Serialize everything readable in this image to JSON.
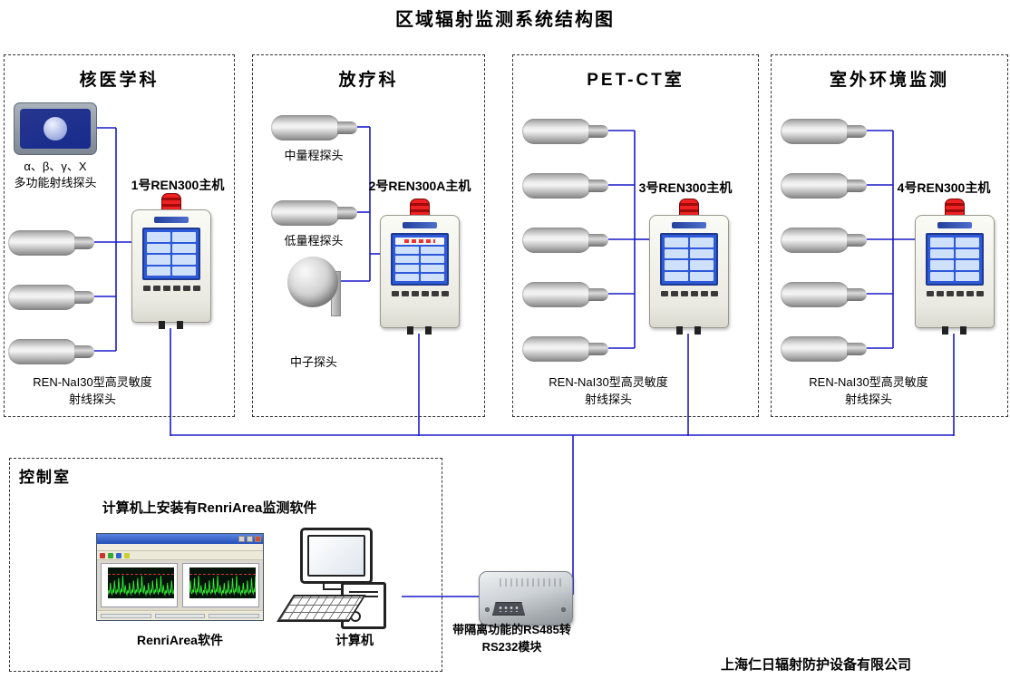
{
  "title": "区域辐射监测系统结构图",
  "company": "上海仁日辐射防护设备有限公司",
  "colors": {
    "line": "#1a1acb",
    "beacon-red": "#cc1111",
    "screen-blue": "#2e59d8",
    "panel-blue": "#182b8c",
    "trace-green": "#33ee33"
  },
  "sections": {
    "nuclear": {
      "title": "核医学科",
      "area_probe_caption": [
        "α、β、γ、X",
        "多功能射线探头"
      ],
      "host_label": "1号REN300主机",
      "probe_note": [
        "REN-NaI30型高灵敏度",
        "射线探头"
      ]
    },
    "radiotherapy": {
      "title": "放疗科",
      "probe_labels": [
        "中量程探头",
        "低量程探头",
        "中子探头"
      ],
      "host_label": "2号REN300A主机"
    },
    "petct": {
      "title": "PET-CT室",
      "host_label": "3号REN300主机",
      "probe_note": [
        "REN-NaI30型高灵敏度",
        "射线探头"
      ]
    },
    "outdoor": {
      "title": "室外环境监测",
      "host_label": "4号REN300主机",
      "probe_note": [
        "REN-NaI30型高灵敏度",
        "射线探头"
      ]
    },
    "control": {
      "title": "控制室",
      "software_note": "计算机上安装有RenriArea监测软件",
      "software_label": "RenriArea软件",
      "computer_label": "计算机"
    }
  },
  "rs485": {
    "label": [
      "带隔离功能的RS485转",
      "RS232模块"
    ]
  }
}
